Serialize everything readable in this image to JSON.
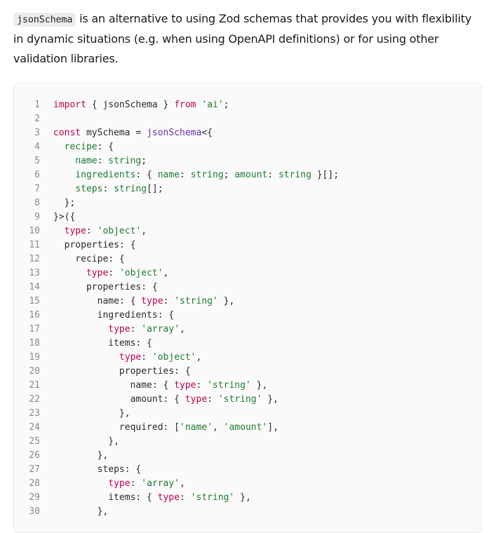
{
  "intro": {
    "code_term": "jsonSchema",
    "text": " is an alternative to using Zod schemas that provides you with flexibility in dynamic situations (e.g. when using OpenAPI definitions) or for using other validation libraries."
  },
  "code_block": {
    "language": "typescript",
    "colors": {
      "keyword": "#c0004e",
      "string": "#1e7a33",
      "function": "#6a2fb0",
      "line_number": "#8a8a8a"
    },
    "lines": [
      [
        [
          "k",
          "import"
        ],
        [
          "n",
          " { jsonSchema } "
        ],
        [
          "k",
          "from"
        ],
        [
          "n",
          " "
        ],
        [
          "s",
          "'ai'"
        ],
        [
          "n",
          ";"
        ]
      ],
      [],
      [
        [
          "k",
          "const"
        ],
        [
          "n",
          " mySchema = "
        ],
        [
          "f",
          "jsonSchema"
        ],
        [
          "n",
          "<{"
        ]
      ],
      [
        [
          "n",
          "  "
        ],
        [
          "p",
          "recipe"
        ],
        [
          "n",
          ": {"
        ]
      ],
      [
        [
          "n",
          "    "
        ],
        [
          "p",
          "name"
        ],
        [
          "n",
          ": "
        ],
        [
          "p",
          "string"
        ],
        [
          "n",
          ";"
        ]
      ],
      [
        [
          "n",
          "    "
        ],
        [
          "p",
          "ingredients"
        ],
        [
          "n",
          ": { "
        ],
        [
          "p",
          "name"
        ],
        [
          "n",
          ": "
        ],
        [
          "p",
          "string"
        ],
        [
          "n",
          "; "
        ],
        [
          "p",
          "amount"
        ],
        [
          "n",
          ": "
        ],
        [
          "p",
          "string"
        ],
        [
          "n",
          " }[];"
        ]
      ],
      [
        [
          "n",
          "    "
        ],
        [
          "p",
          "steps"
        ],
        [
          "n",
          ": "
        ],
        [
          "p",
          "string"
        ],
        [
          "n",
          "[];"
        ]
      ],
      [
        [
          "n",
          "  };"
        ]
      ],
      [
        [
          "n",
          "}>({"
        ]
      ],
      [
        [
          "n",
          "  "
        ],
        [
          "k",
          "type"
        ],
        [
          "n",
          ": "
        ],
        [
          "s",
          "'object'"
        ],
        [
          "n",
          ","
        ]
      ],
      [
        [
          "n",
          "  properties: {"
        ]
      ],
      [
        [
          "n",
          "    recipe: {"
        ]
      ],
      [
        [
          "n",
          "      "
        ],
        [
          "k",
          "type"
        ],
        [
          "n",
          ": "
        ],
        [
          "s",
          "'object'"
        ],
        [
          "n",
          ","
        ]
      ],
      [
        [
          "n",
          "      properties: {"
        ]
      ],
      [
        [
          "n",
          "        name: { "
        ],
        [
          "k",
          "type"
        ],
        [
          "n",
          ": "
        ],
        [
          "s",
          "'string'"
        ],
        [
          "n",
          " },"
        ]
      ],
      [
        [
          "n",
          "        ingredients: {"
        ]
      ],
      [
        [
          "n",
          "          "
        ],
        [
          "k",
          "type"
        ],
        [
          "n",
          ": "
        ],
        [
          "s",
          "'array'"
        ],
        [
          "n",
          ","
        ]
      ],
      [
        [
          "n",
          "          items: {"
        ]
      ],
      [
        [
          "n",
          "            "
        ],
        [
          "k",
          "type"
        ],
        [
          "n",
          ": "
        ],
        [
          "s",
          "'object'"
        ],
        [
          "n",
          ","
        ]
      ],
      [
        [
          "n",
          "            properties: {"
        ]
      ],
      [
        [
          "n",
          "              name: { "
        ],
        [
          "k",
          "type"
        ],
        [
          "n",
          ": "
        ],
        [
          "s",
          "'string'"
        ],
        [
          "n",
          " },"
        ]
      ],
      [
        [
          "n",
          "              amount: { "
        ],
        [
          "k",
          "type"
        ],
        [
          "n",
          ": "
        ],
        [
          "s",
          "'string'"
        ],
        [
          "n",
          " },"
        ]
      ],
      [
        [
          "n",
          "            },"
        ]
      ],
      [
        [
          "n",
          "            required: ["
        ],
        [
          "s",
          "'name'"
        ],
        [
          "n",
          ", "
        ],
        [
          "s",
          "'amount'"
        ],
        [
          "n",
          "],"
        ]
      ],
      [
        [
          "n",
          "          },"
        ]
      ],
      [
        [
          "n",
          "        },"
        ]
      ],
      [
        [
          "n",
          "        steps: {"
        ]
      ],
      [
        [
          "n",
          "          "
        ],
        [
          "k",
          "type"
        ],
        [
          "n",
          ": "
        ],
        [
          "s",
          "'array'"
        ],
        [
          "n",
          ","
        ]
      ],
      [
        [
          "n",
          "          items: { "
        ],
        [
          "k",
          "type"
        ],
        [
          "n",
          ": "
        ],
        [
          "s",
          "'string'"
        ],
        [
          "n",
          " },"
        ]
      ],
      [
        [
          "n",
          "        },"
        ]
      ]
    ]
  }
}
